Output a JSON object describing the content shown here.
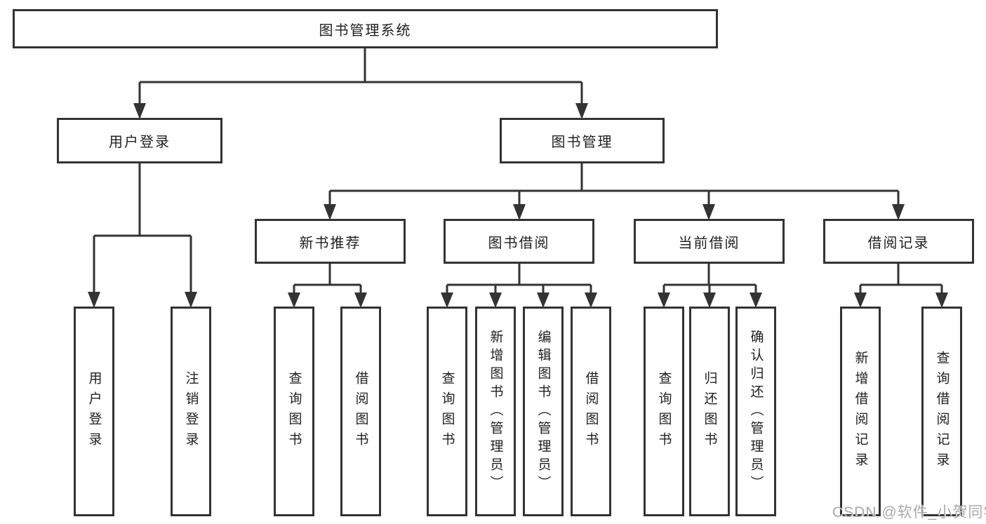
{
  "colors": {
    "line": "#333333",
    "box_border": "#333333",
    "text": "#1f1f1f",
    "background": "#ffffff",
    "watermark": "#a9a9a9"
  },
  "nodes": {
    "root": "图书管理系统",
    "user_login": "用户登录",
    "book_mgmt": "图书管理",
    "new_book_recommend": "新书推荐",
    "book_borrow": "图书借阅",
    "current_borrow": "当前借阅",
    "borrow_records": "借阅记录",
    "leaf_user_login": "用户登录",
    "leaf_logout": "注销登录",
    "leaf_query_book_1": "查询图书",
    "leaf_borrow_book_1": "借阅图书",
    "leaf_query_book_2": "查询图书",
    "leaf_add_book_admin": "新增图书（管理员）",
    "leaf_edit_book_admin": "编辑图书（管理员）",
    "leaf_borrow_book_2": "借阅图书",
    "leaf_query_book_3": "查询图书",
    "leaf_return_book": "归还图书",
    "leaf_confirm_return_admin": "确认归还（管理员）",
    "leaf_add_borrow_record": "新增借阅记录",
    "leaf_query_borrow_record": "查询借阅记录"
  },
  "watermark": "CSDN @软件_小贺同学"
}
